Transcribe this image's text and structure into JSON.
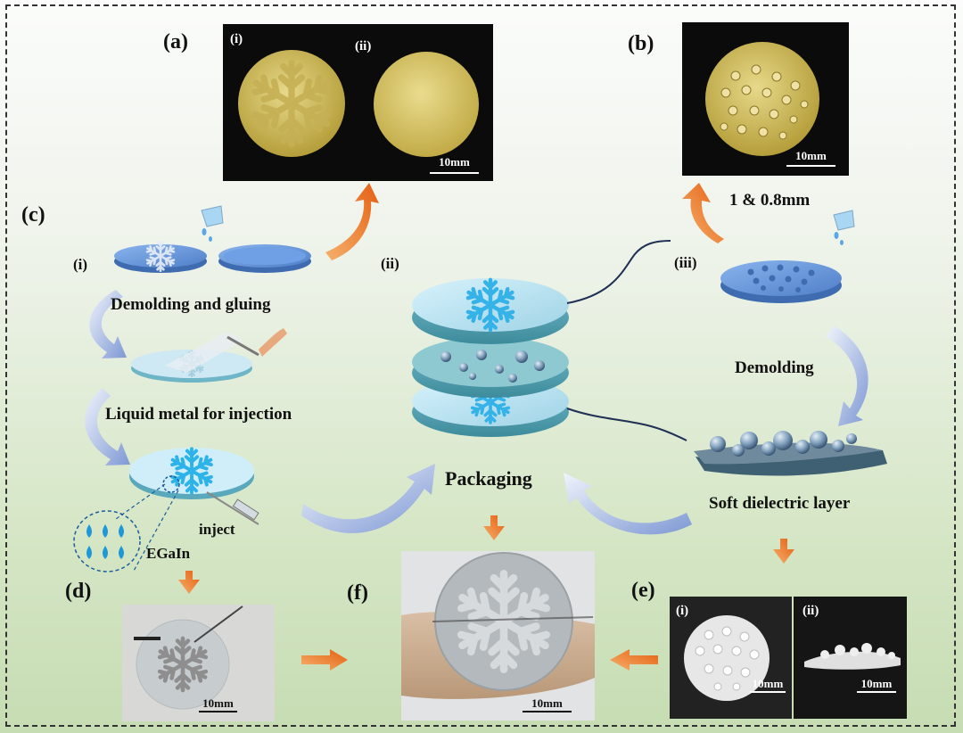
{
  "panels": {
    "a": {
      "label": "(a)",
      "sub_i": "(i)",
      "sub_ii": "(ii)",
      "scale": "10mm"
    },
    "b": {
      "label": "(b)",
      "scale": "10mm",
      "caption": "1 & 0.8mm"
    },
    "c": {
      "label": "(c)",
      "step_i": "(i)",
      "step_ii": "(ii)",
      "step_iii": "(iii)",
      "demolding_gluing": "Demolding and gluing",
      "liquid_metal": "Liquid metal for injection",
      "inject": "inject",
      "egain": "EGaIn",
      "packaging": "Packaging",
      "demolding": "Demolding",
      "soft_dielectric": "Soft dielectric layer"
    },
    "d": {
      "label": "(d)",
      "scale": "10mm"
    },
    "e": {
      "label": "(e)",
      "sub_i": "(i)",
      "sub_ii": "(ii)",
      "scale_i": "10mm",
      "scale_ii": "10mm"
    },
    "f": {
      "label": "(f)",
      "scale": "10mm"
    }
  },
  "colors": {
    "mold_blue": "#5b8fd6",
    "cyan_pattern": "#3fb6ea",
    "arrow_orange": "#e8731c",
    "arrow_blue": "#8aa2d8",
    "photo_dark": "#0c0c0c"
  }
}
